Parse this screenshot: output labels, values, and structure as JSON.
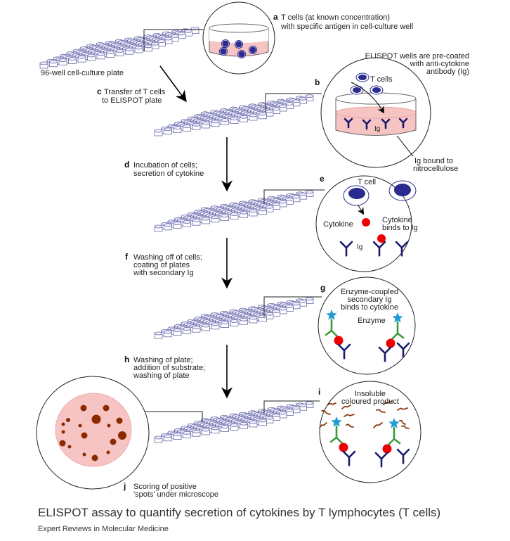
{
  "figure": {
    "caption": "ELISPOT assay to quantify secretion of cytokines by T lymphocytes (T cells)",
    "source": "Expert Reviews in Molecular Medicine"
  },
  "steps": {
    "a": {
      "letter": "a",
      "lines": [
        "T cells (at known concentration)",
        "with specific antigen in cell-culture well"
      ]
    },
    "plate1": {
      "label": "96-well cell-culture plate"
    },
    "b": {
      "letter": "b",
      "header": [
        "ELISPOT wells are pre-coated",
        "with anti-cytokine",
        "antibody (Ig)"
      ],
      "tcells": "T cells",
      "ig": "Ig",
      "bound": [
        "Ig bound to",
        "nitrocellulose"
      ]
    },
    "c": {
      "letter": "c",
      "lines": [
        "Transfer of T cells",
        "to ELISPOT plate"
      ]
    },
    "d": {
      "letter": "d",
      "lines": [
        "Incubation of cells;",
        "secretion of cytokine"
      ]
    },
    "e": {
      "letter": "e",
      "tcell": "T cell",
      "cytokine": "Cytokine",
      "binds": [
        "Cytokine",
        "binds to Ig"
      ],
      "ig": "Ig"
    },
    "f": {
      "letter": "f",
      "lines": [
        "Washing off of cells;",
        "coating of plates",
        "with secondary Ig"
      ]
    },
    "g": {
      "letter": "g",
      "lines": [
        "Enzyme-coupled",
        "secondary Ig",
        "binds to cytokine"
      ],
      "enzyme": "Enzyme"
    },
    "h": {
      "letter": "h",
      "lines": [
        "Washing of plate;",
        "addition of substrate;",
        "washing of plate"
      ]
    },
    "i": {
      "letter": "i",
      "lines": [
        "Insoluble",
        "coloured product"
      ]
    },
    "j": {
      "letter": "j",
      "lines": [
        "Scoring of positive",
        "'spots' under microscope"
      ]
    }
  },
  "colors": {
    "plate": "#6b6ba8",
    "medium": "#f7c4c4",
    "cell": "#2b2b8f",
    "antibody": "#1a1a6e",
    "cytokine": "#ee0000",
    "secondary": "#3a9a3a",
    "enzyme": "#1f9bd6",
    "product": "#8b3a12",
    "spot": "#8b2a00"
  }
}
